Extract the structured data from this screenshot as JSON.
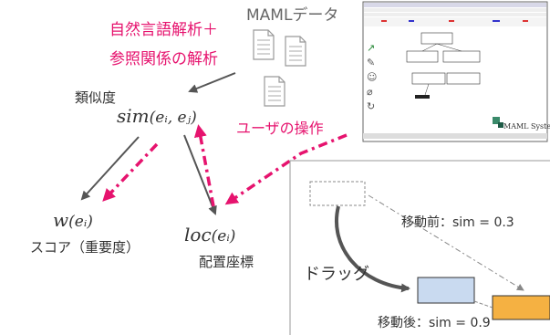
{
  "labels": {
    "nlp_line1": "自然言語解析＋",
    "nlp_line2": "参照関係の解析",
    "maml_data": "MAMLデータ",
    "similarity": "類似度",
    "user_operation": "ユーザの操作",
    "score": "スコア（重要度）",
    "placement": "配置座標",
    "drag": "ドラッグ",
    "before_move": "移動前：sim = 0.3",
    "after_move": "移動後：sim = 0.9",
    "maml_system": "MAML System"
  },
  "formulas": {
    "sim_name": "sim",
    "sim_args": "(eᵢ, eⱼ)",
    "w_name": "w",
    "w_args": "(eᵢ)",
    "loc_name": "loc",
    "loc_args": "(eᵢ)"
  },
  "colors": {
    "accent_magenta": "#e6136e",
    "arrow_gray": "#555555",
    "box_blue": "#c9daf0",
    "box_orange": "#f5b142"
  },
  "icons": [
    "document-icon",
    "document-icon",
    "document-icon",
    "document-icon"
  ]
}
